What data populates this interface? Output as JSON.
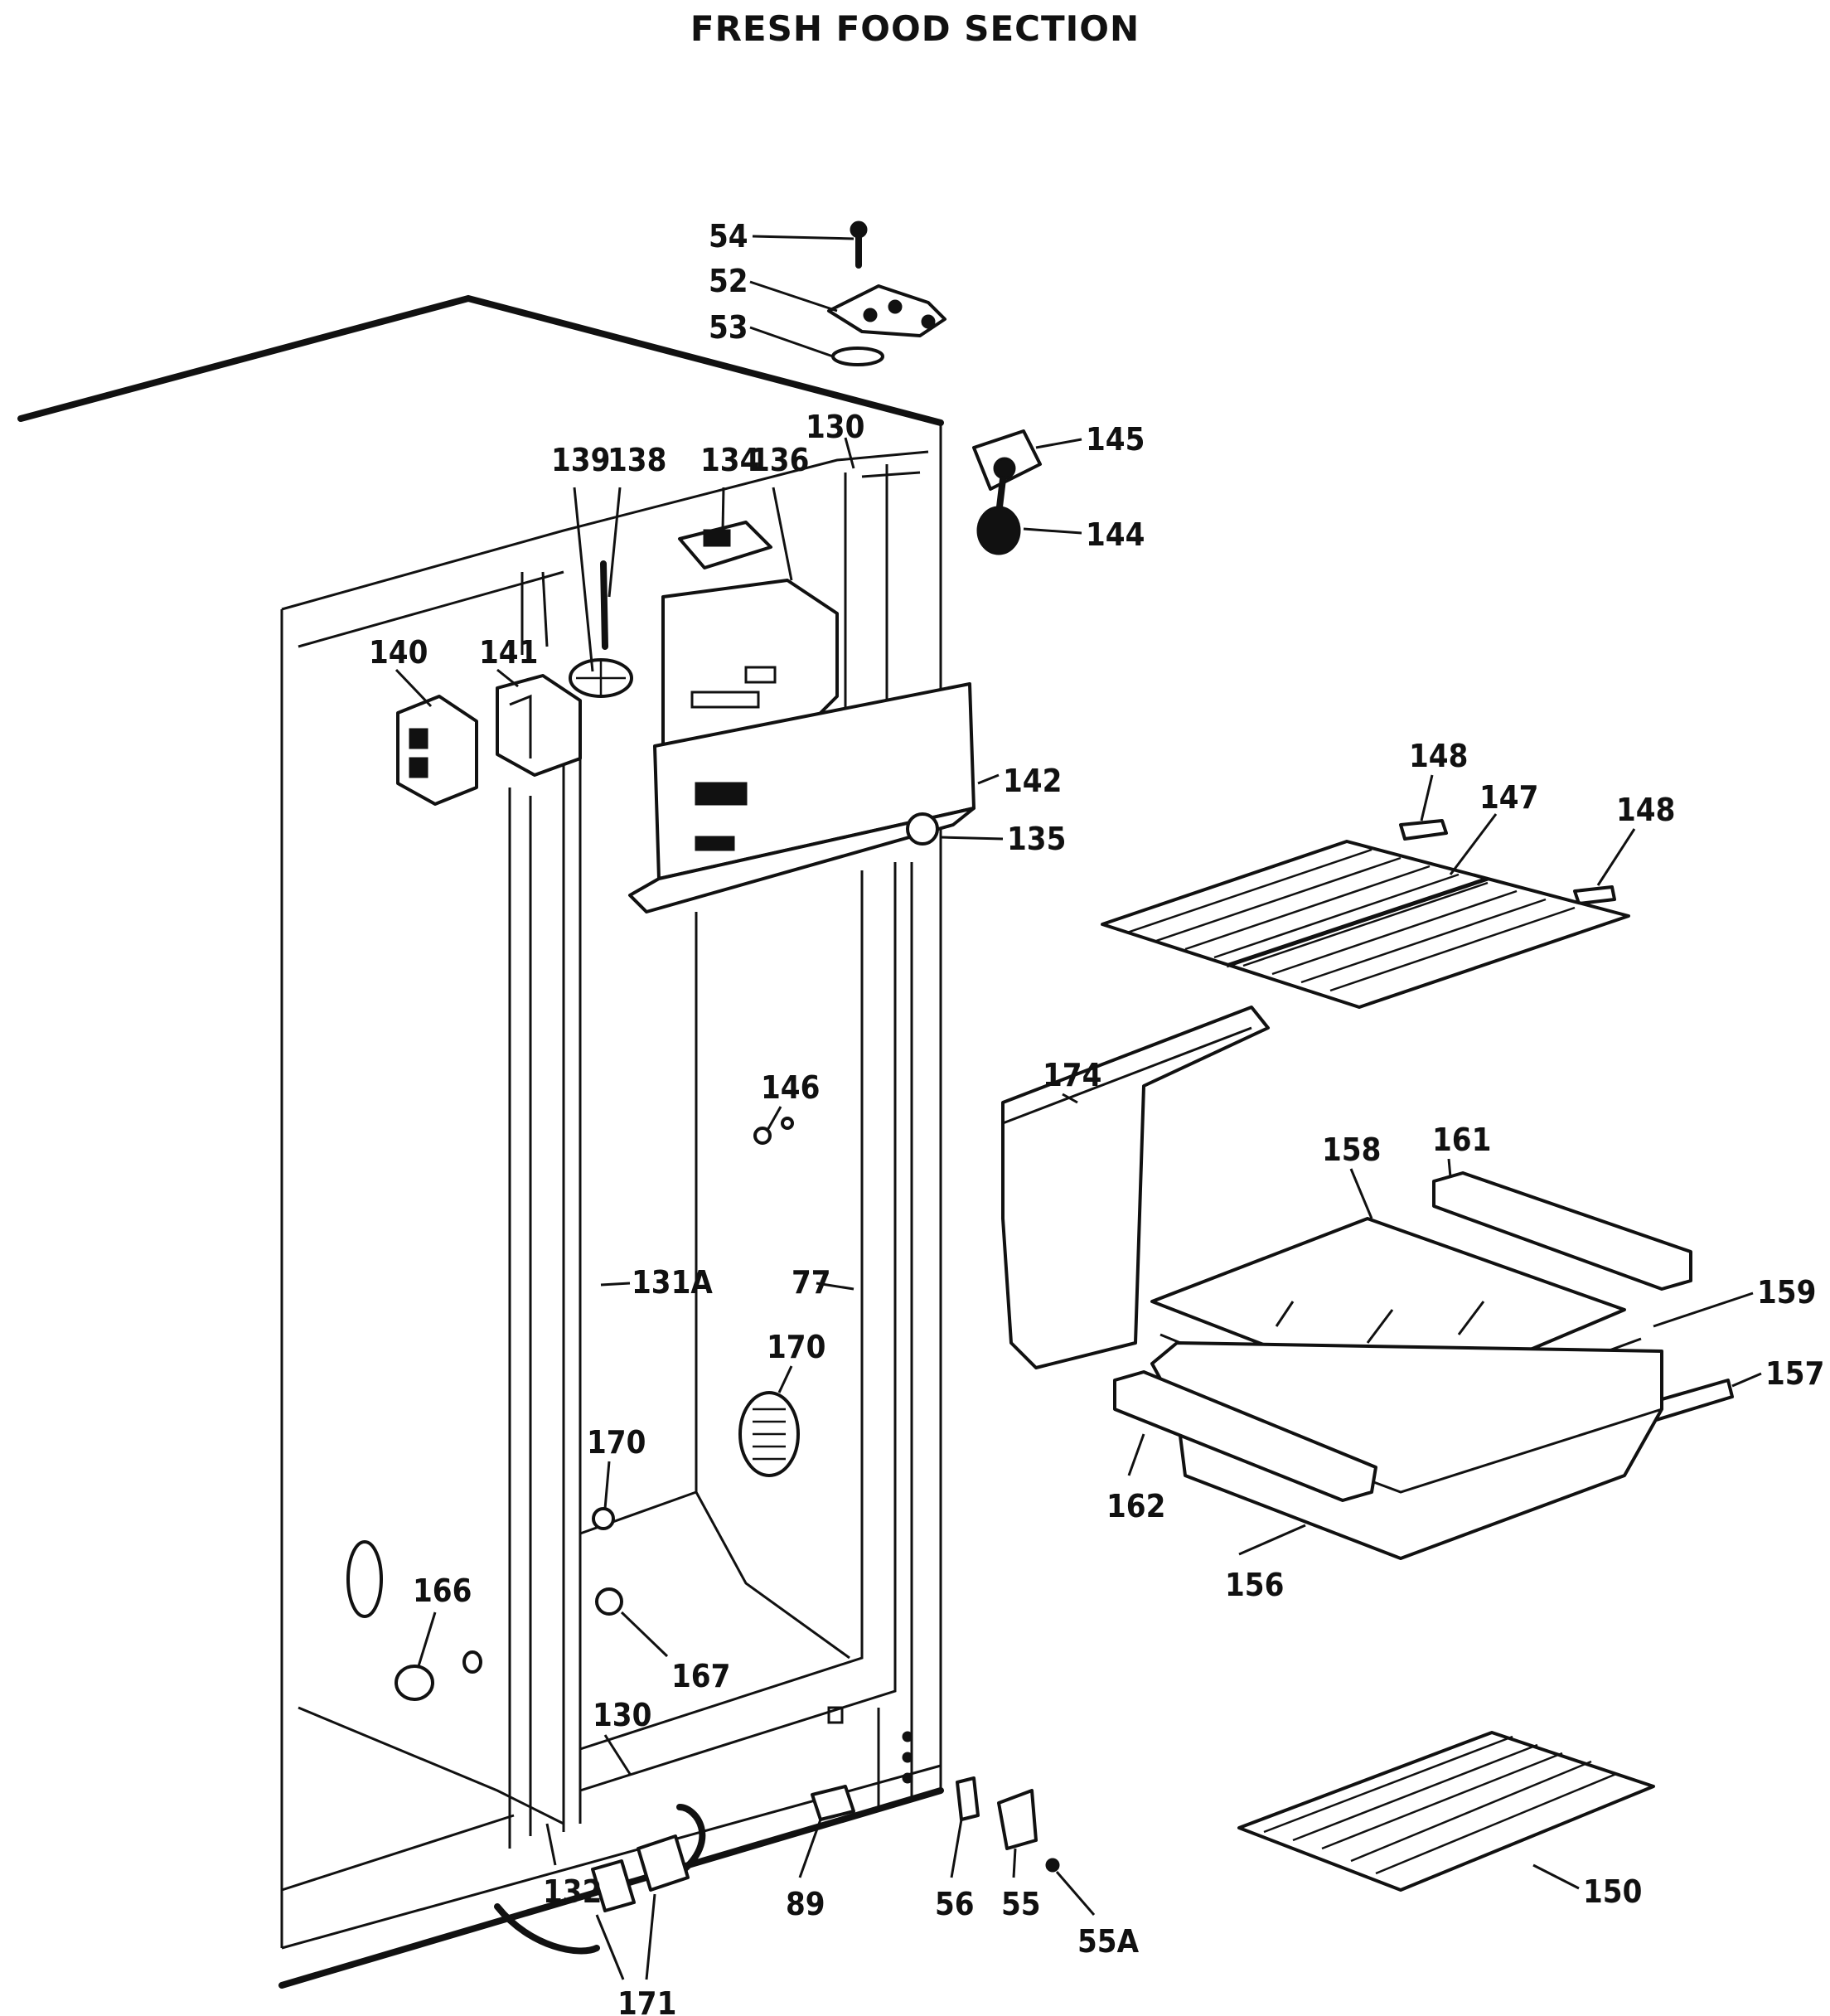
{
  "title": "FRESH FOOD SECTION",
  "callouts": [
    {
      "id": "54",
      "label": "54"
    },
    {
      "id": "52",
      "label": "52"
    },
    {
      "id": "53",
      "label": "53"
    },
    {
      "id": "130a",
      "label": "130"
    },
    {
      "id": "145",
      "label": "145"
    },
    {
      "id": "144",
      "label": "144"
    },
    {
      "id": "139",
      "label": "139"
    },
    {
      "id": "138",
      "label": "138"
    },
    {
      "id": "134",
      "label": "134"
    },
    {
      "id": "136",
      "label": "136"
    },
    {
      "id": "140",
      "label": "140"
    },
    {
      "id": "141",
      "label": "141"
    },
    {
      "id": "142",
      "label": "142"
    },
    {
      "id": "135",
      "label": "135"
    },
    {
      "id": "148a",
      "label": "148"
    },
    {
      "id": "147",
      "label": "147"
    },
    {
      "id": "148b",
      "label": "148"
    },
    {
      "id": "174",
      "label": "174"
    },
    {
      "id": "146",
      "label": "146"
    },
    {
      "id": "158",
      "label": "158"
    },
    {
      "id": "161",
      "label": "161"
    },
    {
      "id": "131A",
      "label": "131A"
    },
    {
      "id": "77",
      "label": "77"
    },
    {
      "id": "159",
      "label": "159"
    },
    {
      "id": "170a",
      "label": "170"
    },
    {
      "id": "157",
      "label": "157"
    },
    {
      "id": "170b",
      "label": "170"
    },
    {
      "id": "162",
      "label": "162"
    },
    {
      "id": "156",
      "label": "156"
    },
    {
      "id": "166",
      "label": "166"
    },
    {
      "id": "167",
      "label": "167"
    },
    {
      "id": "130b",
      "label": "130"
    },
    {
      "id": "132",
      "label": "132"
    },
    {
      "id": "89",
      "label": "89"
    },
    {
      "id": "56",
      "label": "56"
    },
    {
      "id": "55",
      "label": "55"
    },
    {
      "id": "55A",
      "label": "55A"
    },
    {
      "id": "150",
      "label": "150"
    },
    {
      "id": "171",
      "label": "171"
    }
  ]
}
